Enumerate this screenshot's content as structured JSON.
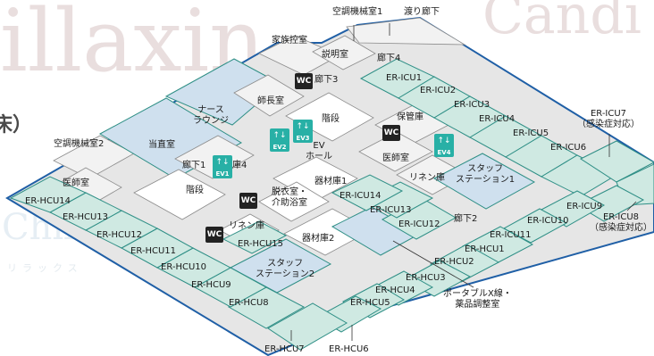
{
  "watermarks": {
    "w1": "illaxin",
    "w2": "Candi",
    "w3": "Chilla",
    "w4": "リラックス"
  },
  "partial_heading": "床）",
  "colors": {
    "outline": "#1f5fa6",
    "teal_room": "#cfe9e2",
    "blue_room": "#cfe0ee",
    "badge": "#28b0a6"
  },
  "top_labels": {
    "ac1": "空調機械室1",
    "bridge": "渡り廊下"
  },
  "rooms": {
    "family_waiting": "家族控室",
    "explanation": "説明室",
    "corridor4": "廊下4",
    "corridor3": "廊下3",
    "head_nurse": "師長室",
    "nurse_lounge": "ナース\nラウンジ",
    "stairs_top": "階段",
    "storage": "保管庫",
    "duty": "当直室",
    "ac2": "空調機械室2",
    "doctor_left": "医師室",
    "ev_hall": "EV\nホール",
    "corridor1": "廊下1",
    "equip4": "器材庫4",
    "stairs_left": "階段",
    "doctor_right": "医師室",
    "linen_right": "リネン庫",
    "staff1": "スタッフ\nステーション1",
    "changing": "脱衣室・\n介助浴室",
    "equip1": "器材庫1",
    "linen_left": "リネン庫",
    "equip2": "器材庫2",
    "staff2": "スタッフ\nステーション2",
    "corridor2": "廊下2",
    "portable_xray": "ポータブルX線・\n薬品調整室"
  },
  "icu": [
    "ER-ICU1",
    "ER-ICU2",
    "ER-ICU3",
    "ER-ICU4",
    "ER-ICU5",
    "ER-ICU6",
    "ER-ICU7\n（感染症対応）",
    "ER-ICU8\n（感染症対応）",
    "ER-ICU9",
    "ER-ICU10",
    "ER-ICU11",
    "ER-ICU12",
    "ER-ICU13",
    "ER-ICU14"
  ],
  "hcu": [
    "ER-HCU1",
    "ER-HCU2",
    "ER-HCU3",
    "ER-HCU4",
    "ER-HCU5",
    "ER-HCU6",
    "ER-HCU7",
    "ER-HCU8",
    "ER-HCU9",
    "ER-HCU10",
    "ER-HCU11",
    "ER-HCU12",
    "ER-HCU13",
    "ER-HCU14",
    "ER-HCU15"
  ],
  "wc_label": "WC",
  "elevators": [
    "EV1",
    "EV2",
    "EV3",
    "EV4"
  ]
}
